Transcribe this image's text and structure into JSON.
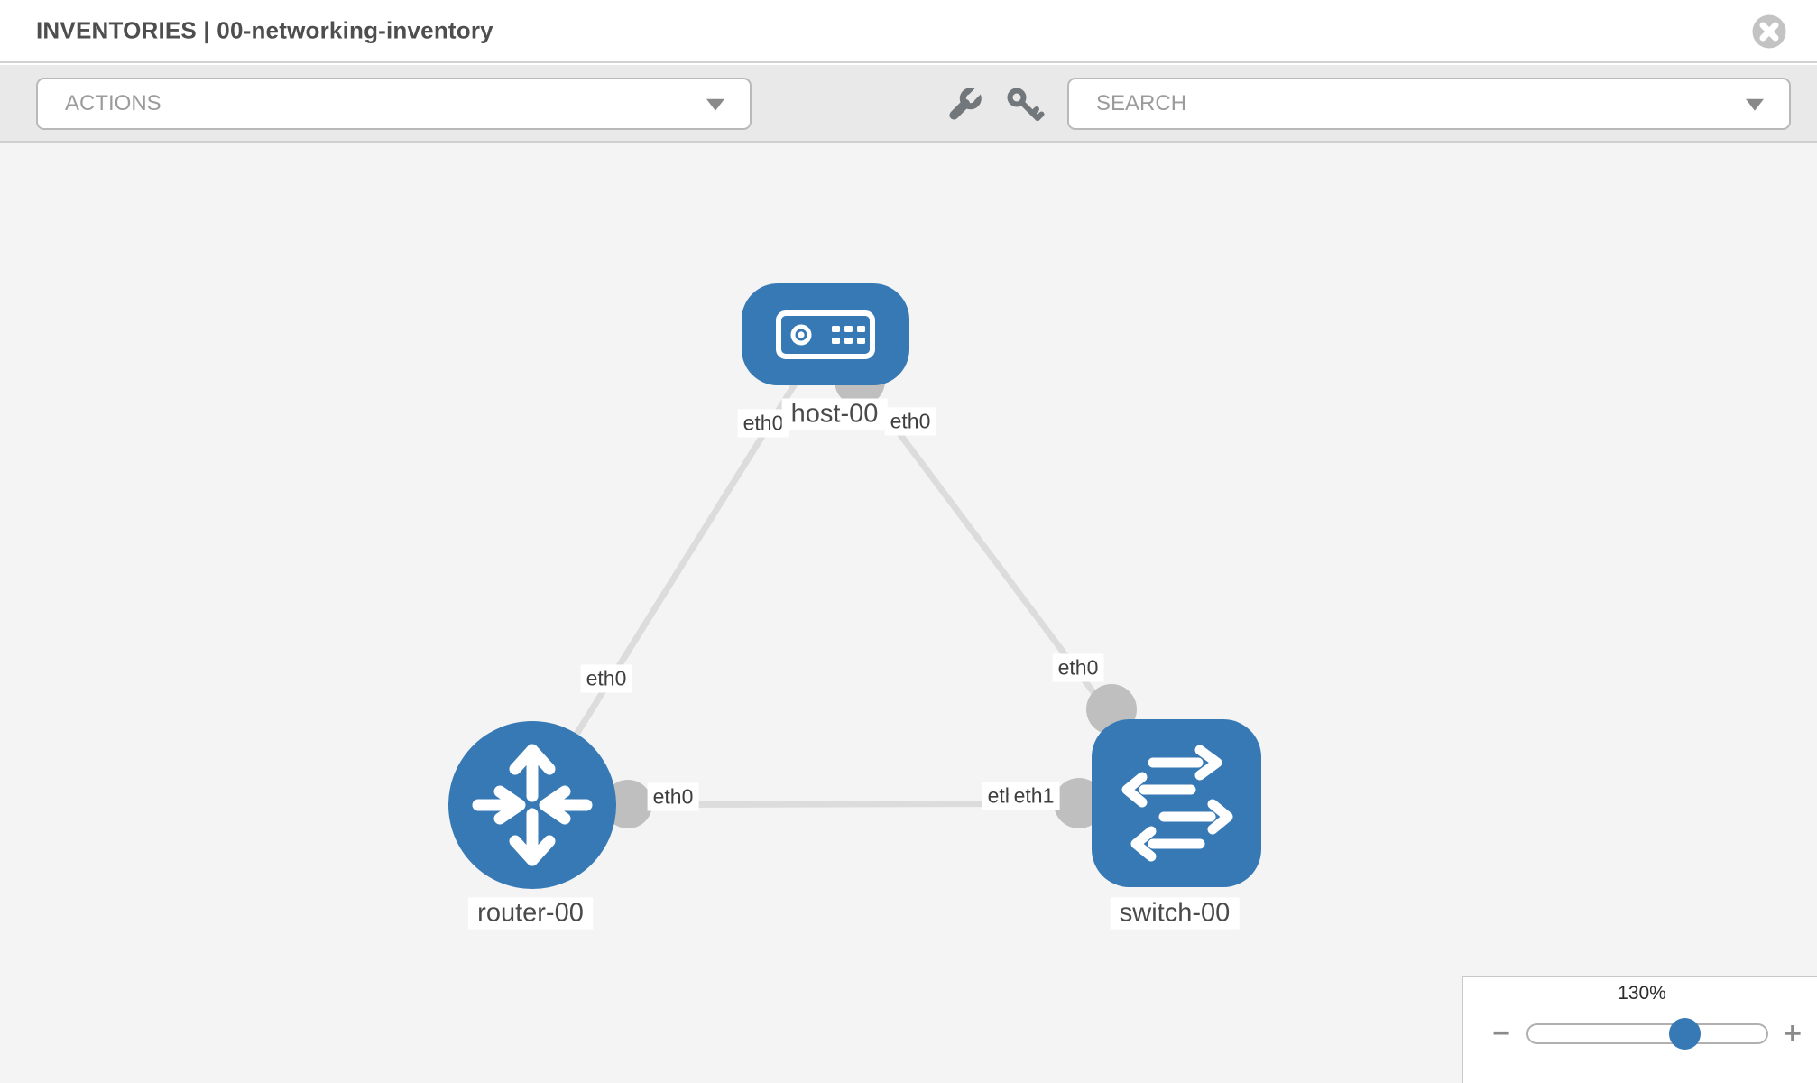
{
  "header": {
    "title": "INVENTORIES | 00-networking-inventory"
  },
  "toolbar": {
    "actions_label": "ACTIONS",
    "search_label": "SEARCH",
    "icons": [
      "wrench",
      "key"
    ]
  },
  "canvas": {
    "nodes": [
      {
        "id": "host-00",
        "type": "host",
        "label": "host-00"
      },
      {
        "id": "router-00",
        "type": "router",
        "label": "router-00"
      },
      {
        "id": "switch-00",
        "type": "switch",
        "label": "switch-00"
      }
    ],
    "links": [
      {
        "from": "host-00",
        "to": "router-00",
        "from_interface": "eth0",
        "to_interface": "eth0"
      },
      {
        "from": "host-00",
        "to": "switch-00",
        "from_interface": "eth0",
        "to_interface": "eth0"
      },
      {
        "from": "router-00",
        "to": "switch-00",
        "from_interface": "eth0",
        "to_interface": "eth1"
      }
    ],
    "interface_labels": [
      {
        "text": "eth0",
        "position": "host-end-of-host-router-link"
      },
      {
        "text": "eth0",
        "position": "host-end-of-host-switch-link"
      },
      {
        "text": "eth0",
        "position": "router-end-of-host-router-link"
      },
      {
        "text": "eth0",
        "position": "switch-end-of-host-switch-link"
      },
      {
        "text": "eth0",
        "position": "router-end-of-router-switch-link"
      },
      {
        "text": "eth0",
        "position": "switch-end-of-router-switch-link-ghost"
      },
      {
        "text": "eth1",
        "position": "switch-end-of-router-switch-link"
      }
    ]
  },
  "zoom_control": {
    "level": "130%",
    "minus": "−",
    "plus": "+"
  },
  "colors": {
    "node_blue": "#3679b5",
    "link_gray": "#dcdcdc",
    "interface_dot_gray": "#bfbfbf",
    "toolbar_gray": "#e9e9e9",
    "canvas_gray": "#f4f4f4"
  }
}
